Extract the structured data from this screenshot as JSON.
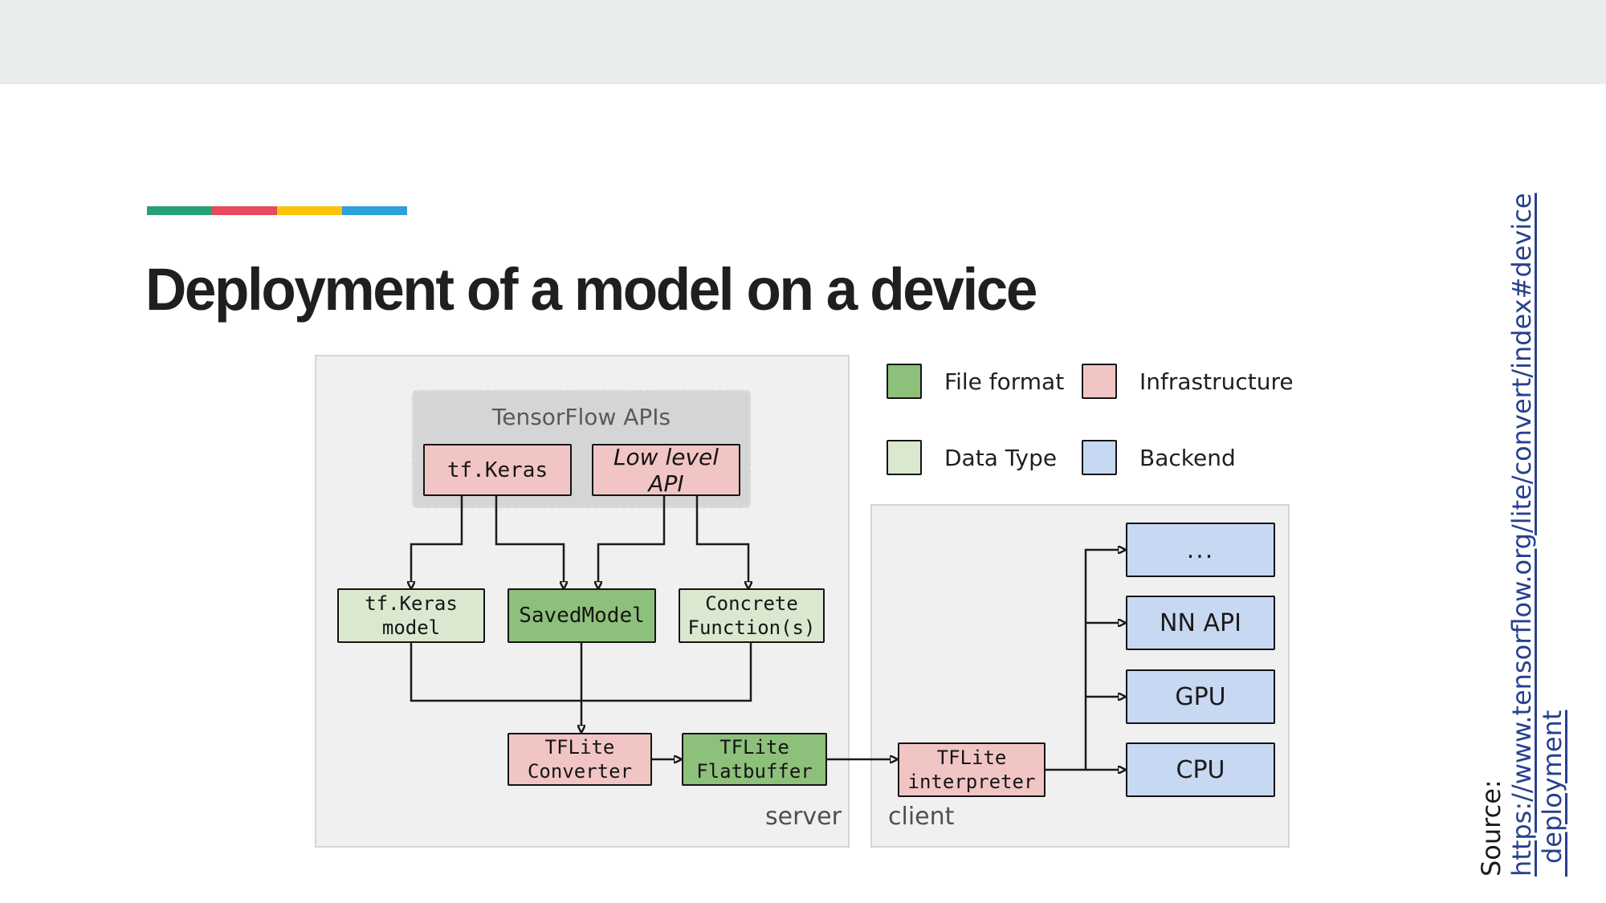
{
  "slide": {
    "title": "Deployment of a model on a device",
    "accent_bar_colors": [
      "#26a173",
      "#e84a5e",
      "#fcc30b",
      "#2d9fd9"
    ]
  },
  "legend": {
    "items": [
      {
        "label": "File format",
        "color": "#8dc07a"
      },
      {
        "label": "Infrastructure",
        "color": "#f2c5c5"
      },
      {
        "label": "Data Type",
        "color": "#d9e8cf"
      },
      {
        "label": "Backend",
        "color": "#c7d8f2"
      }
    ]
  },
  "diagram": {
    "tensorflow_apis_label": "TensorFlow APIs",
    "server_label": "server",
    "client_label": "client",
    "nodes": {
      "tf_keras": {
        "label": "tf.Keras"
      },
      "low_level_api": {
        "label": "Low level API"
      },
      "tf_keras_model": {
        "line1": "tf.Keras",
        "line2": "model"
      },
      "saved_model": {
        "label": "SavedModel"
      },
      "concrete_functions": {
        "line1": "Concrete",
        "line2": "Function(s)"
      },
      "tflite_converter": {
        "line1": "TFLite",
        "line2": "Converter"
      },
      "tflite_flatbuffer": {
        "line1": "TFLite",
        "line2": "Flatbuffer"
      },
      "tflite_interpreter": {
        "line1": "TFLite",
        "line2": "interpreter"
      },
      "backend_more": {
        "label": "..."
      },
      "backend_nn_api": {
        "label": "NN API"
      },
      "backend_gpu": {
        "label": "GPU"
      },
      "backend_cpu": {
        "label": "CPU"
      }
    }
  },
  "source": {
    "label": "Source:",
    "link_line1": "https://www.tensorflow.org/lite/convert/index#device",
    "link_line2": "_deployment"
  }
}
